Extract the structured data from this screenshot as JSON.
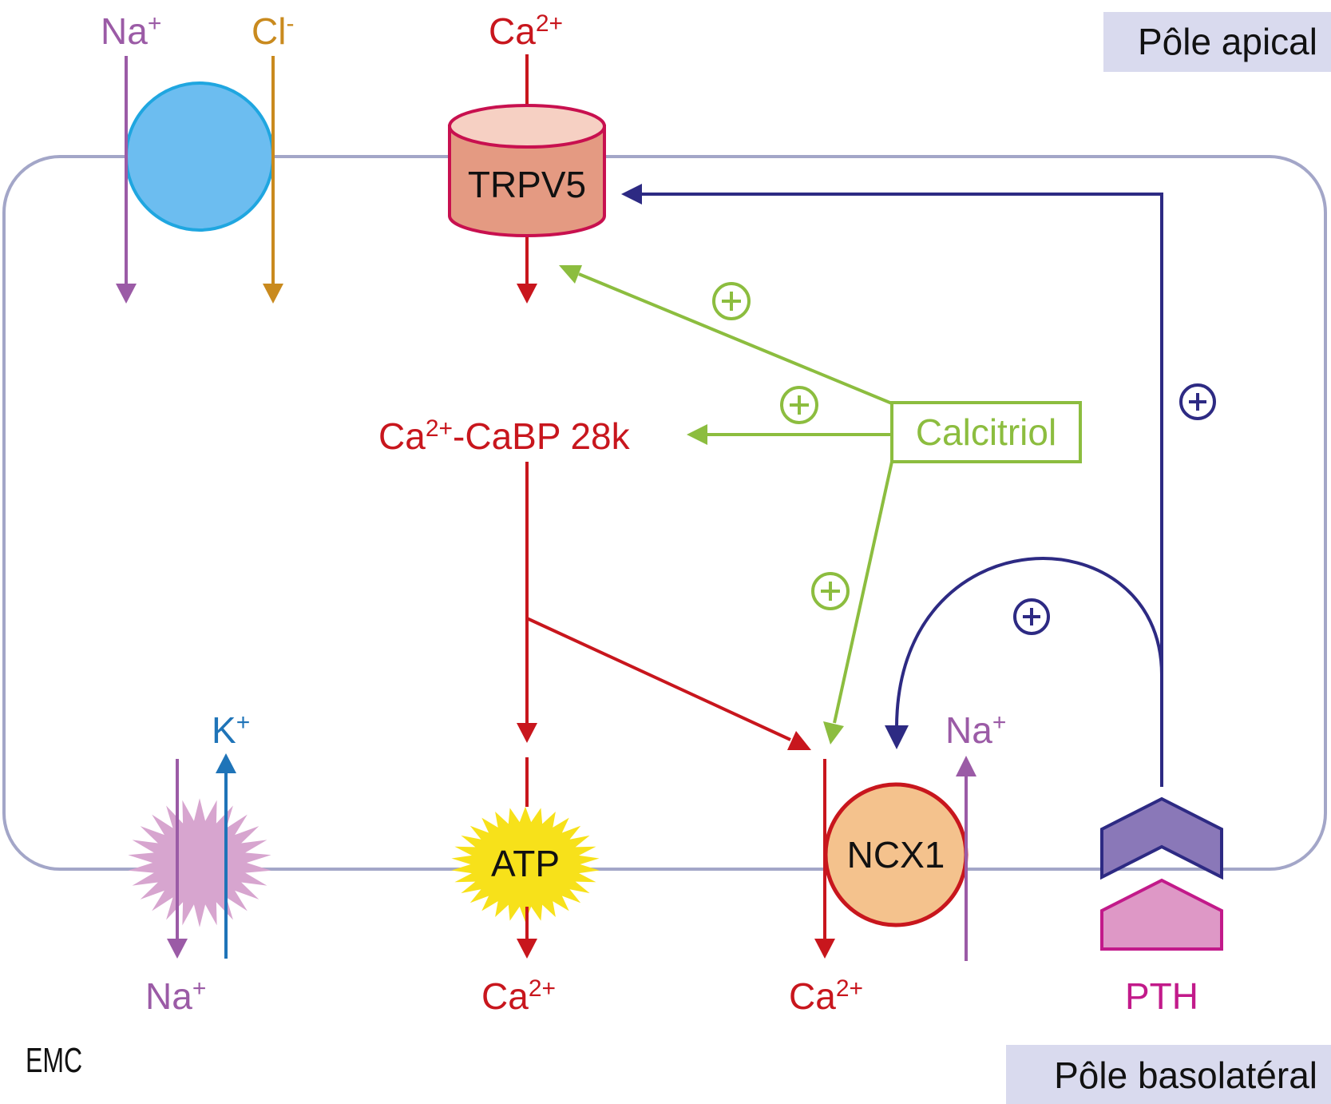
{
  "regions": {
    "apical": "Pôle apical",
    "basolateral": "Pôle basolatéral"
  },
  "apical_ions": {
    "na": "Na",
    "na_sup": "+",
    "cl": "Cl",
    "cl_sup": "-",
    "ca": "Ca",
    "ca_sup": "2+"
  },
  "channels": {
    "trpv5": "TRPV5",
    "atp": "ATP",
    "ncx1": "NCX1"
  },
  "intracellular": {
    "complex_a": "Ca",
    "complex_sup": "2+",
    "complex_b": "-CaBP 28k"
  },
  "hormones": {
    "calcitriol": "Calcitriol",
    "pth": "PTH"
  },
  "basolateral_ions": {
    "k": "K",
    "k_sup": "+",
    "na_in": "Na",
    "na_in_sup": "+",
    "na_out": "Na",
    "na_out_sup": "+",
    "ca_atp": "Ca",
    "ca_atp_sup": "2+",
    "ca_ncx": "Ca",
    "ca_ncx_sup": "2+"
  },
  "plus_sign": "+",
  "logo": "EMC",
  "colors": {
    "membrane": "#a3a6c8",
    "pole_bg": "#d9daee",
    "sodium": "#9b5ba6",
    "chloride": "#c98a1e",
    "calcium": "#c8161d",
    "potassium": "#1f74b8",
    "calcitriol": "#8cbd3f",
    "pth_signal": "#2d2a83",
    "pth_label": "#c21a8a",
    "trpv5_body": "#e49a82",
    "trpv5_top": "#f6d0c3",
    "cotransporter": "#6cbdf0",
    "atp_star": "#f7e11a",
    "ncx1": "#f4c28d",
    "pump": "#d7a5cf",
    "receptor_top": "#8a78b8",
    "receptor_base": "#de98c6"
  }
}
